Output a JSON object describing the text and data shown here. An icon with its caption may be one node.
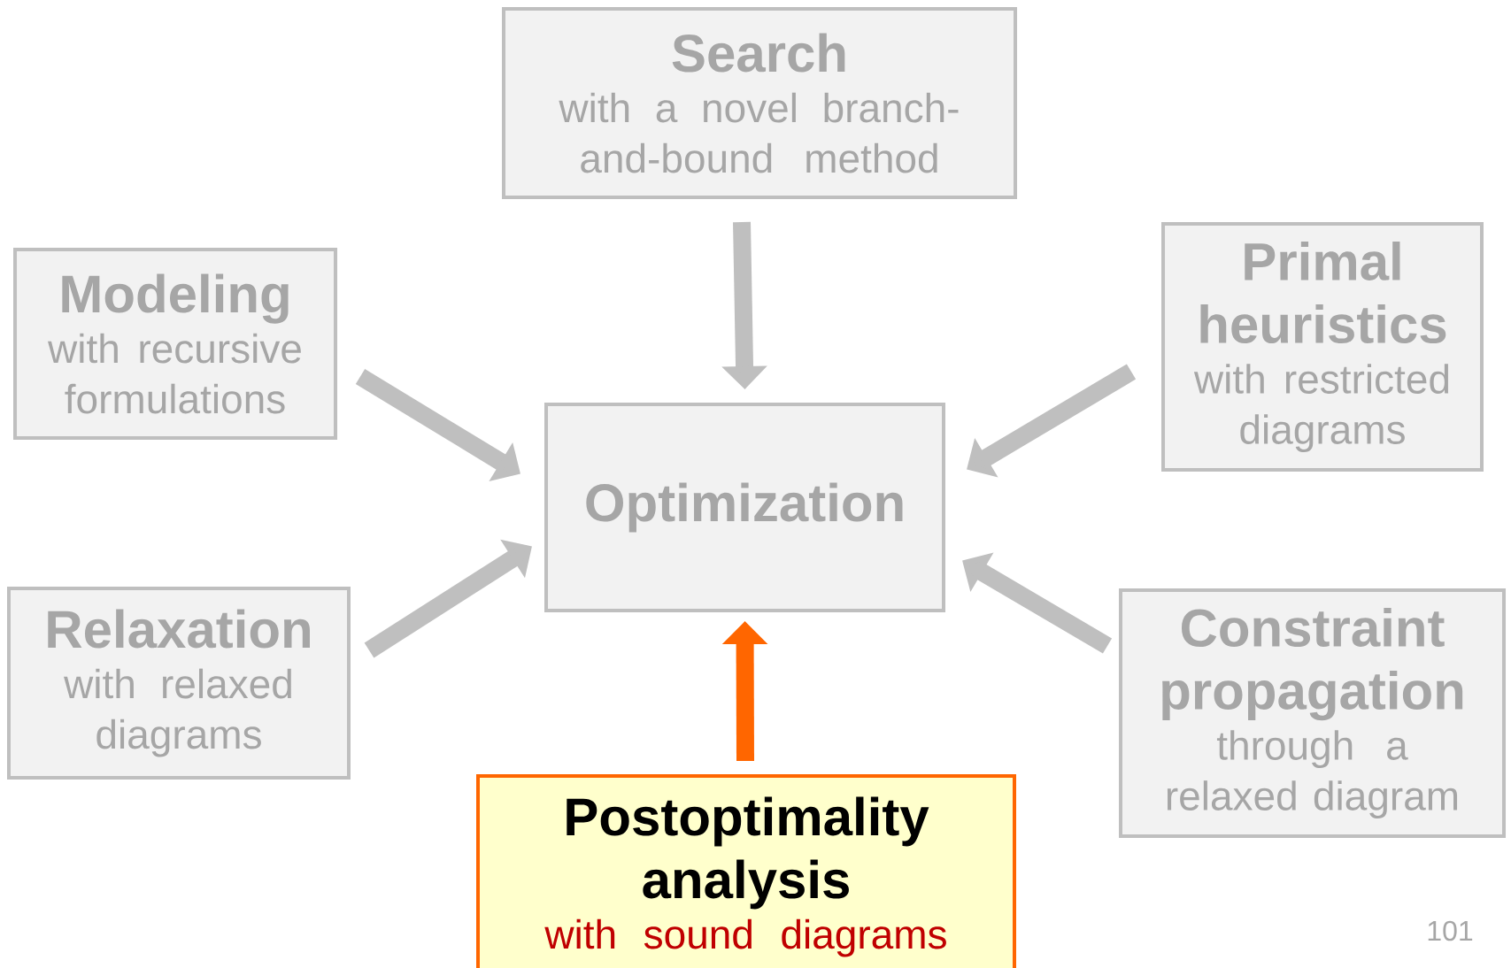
{
  "diagram": {
    "nodes": [
      {
        "text": [
          "Search",
          "with a novel branch-and-bound method"
        ]
      },
      {
        "text": [
          "Modeling",
          "with recursive formulations"
        ]
      },
      {
        "text": [
          "Primal heuristics",
          "with restricted diagrams"
        ]
      },
      {
        "text": [
          "Optimization"
        ]
      },
      {
        "text": [
          "Relaxation",
          "with relaxed diagrams"
        ]
      },
      {
        "text": [
          "Constraint propagation",
          "through a relaxed diagram"
        ]
      },
      {
        "text": [
          "Postoptimality analysis",
          "with sound diagrams"
        ]
      }
    ],
    "edges": [
      {
        "from": 0,
        "to": 3,
        "arrow": "to"
      },
      {
        "from": 1,
        "to": 3,
        "arrow": "to"
      },
      {
        "from": 2,
        "to": 3,
        "arrow": "to"
      },
      {
        "from": 4,
        "to": 3,
        "arrow": "to"
      },
      {
        "from": 5,
        "to": 3,
        "arrow": "to"
      },
      {
        "from": 6,
        "to": 3,
        "arrow": "to",
        "color": "#ff6600"
      }
    ],
    "labels": [
      "101"
    ]
  }
}
